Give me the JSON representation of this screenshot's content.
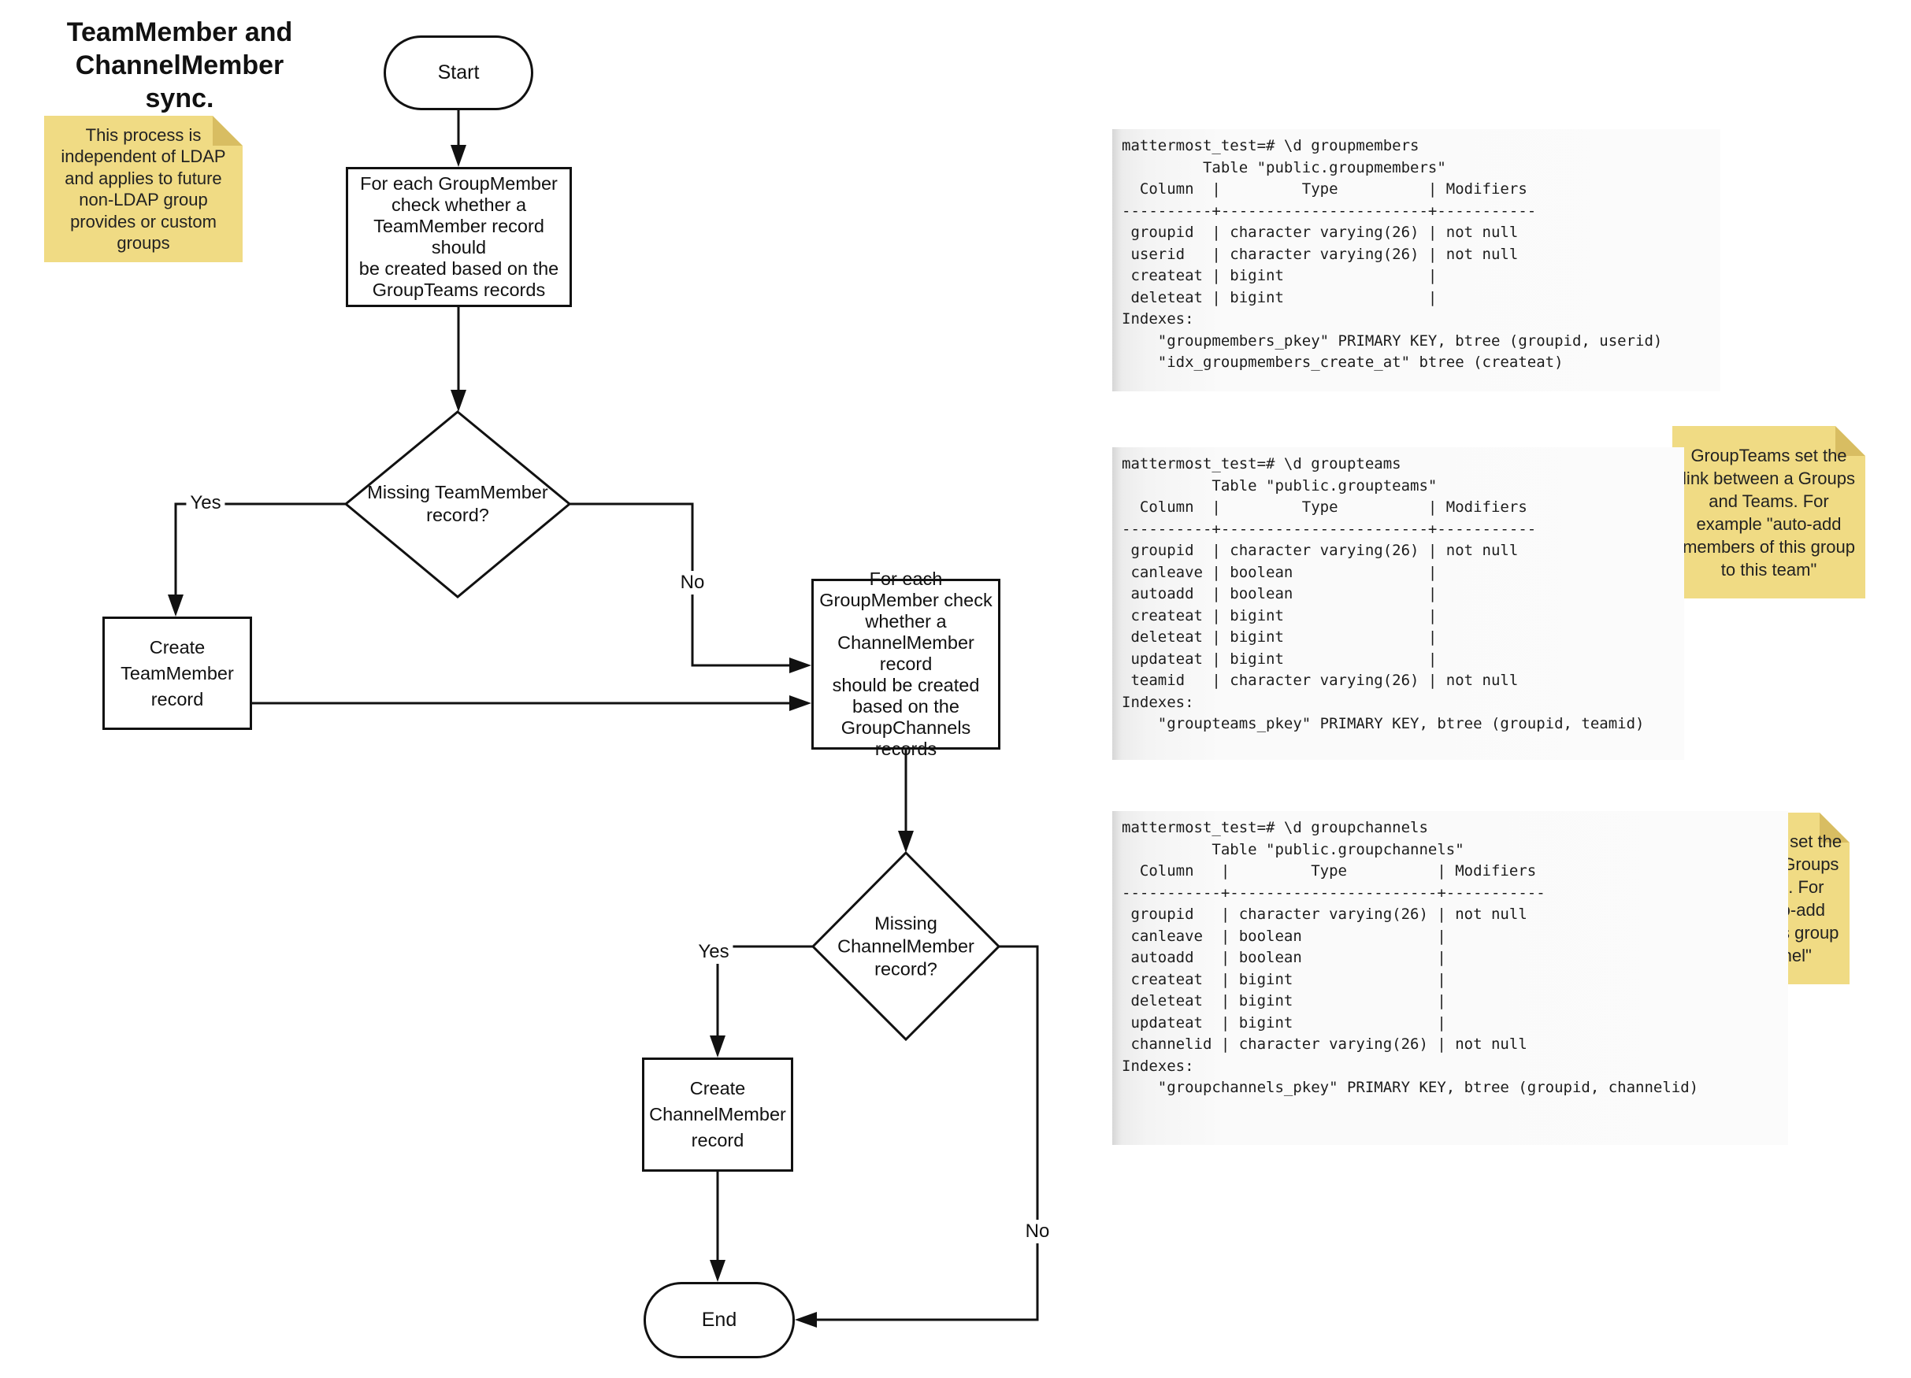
{
  "title_lines": [
    "TeamMember and",
    "ChannelMember sync."
  ],
  "flowchart": {
    "start_label": "Start",
    "end_label": "End",
    "process_team_lines": [
      "For each GroupMember",
      "check whether a",
      "TeamMember record should",
      "be created based on the",
      "GroupTeams records"
    ],
    "decision_team_lines": [
      "Missing TeamMember",
      "record?"
    ],
    "create_team_lines": [
      "Create",
      "TeamMember",
      "record"
    ],
    "process_channel_lines": [
      "For each",
      "GroupMember check",
      "whether a",
      "ChannelMember record",
      "should be created",
      "based on the",
      "GroupChannels",
      "records"
    ],
    "decision_channel_lines": [
      "Missing",
      "ChannelMember",
      "record?"
    ],
    "create_channel_lines": [
      "Create",
      "ChannelMember",
      "record"
    ],
    "edge_labels": {
      "team_yes": "Yes",
      "team_no": "No",
      "channel_yes": "Yes",
      "channel_no": "No"
    }
  },
  "notes": {
    "ldap": {
      "lines": [
        "This process is",
        "independent of LDAP",
        "and applies to future",
        "non-LDAP group",
        "provides or custom",
        "groups"
      ]
    },
    "groupteams": {
      "lines": [
        "GroupTeams set the",
        "link between a Groups",
        "and Teams. For",
        "example \"auto-add",
        "members of this group",
        "to this team\""
      ]
    },
    "groupchannels": {
      "lines": [
        "GroupChannels set the",
        "link between a Groups",
        "and Channels. For",
        "example \"auto-add",
        "members of this group",
        "to this channel\""
      ]
    }
  },
  "terminal_sessions": {
    "groupmembers": {
      "lines": [
        "mattermost_test=# \\d groupmembers",
        "         Table \"public.groupmembers\"",
        "  Column  |         Type          | Modifiers",
        "----------+-----------------------+-----------",
        " groupid  | character varying(26) | not null",
        " userid   | character varying(26) | not null",
        " createat | bigint                |",
        " deleteat | bigint                |",
        "Indexes:",
        "    \"groupmembers_pkey\" PRIMARY KEY, btree (groupid, userid)",
        "    \"idx_groupmembers_create_at\" btree (createat)"
      ]
    },
    "groupteams": {
      "lines": [
        "mattermost_test=# \\d groupteams",
        "          Table \"public.groupteams\"",
        "  Column  |         Type          | Modifiers",
        "----------+-----------------------+-----------",
        " groupid  | character varying(26) | not null",
        " canleave | boolean               |",
        " autoadd  | boolean               |",
        " createat | bigint                |",
        " deleteat | bigint                |",
        " updateat | bigint                |",
        " teamid   | character varying(26) | not null",
        "Indexes:",
        "    \"groupteams_pkey\" PRIMARY KEY, btree (groupid, teamid)"
      ]
    },
    "groupchannels": {
      "lines": [
        "mattermost_test=# \\d groupchannels",
        "          Table \"public.groupchannels\"",
        "  Column   |         Type          | Modifiers",
        "-----------+-----------------------+-----------",
        " groupid   | character varying(26) | not null",
        " canleave  | boolean               |",
        " autoadd   | boolean               |",
        " createat  | bigint                |",
        " deleteat  | bigint                |",
        " updateat  | bigint                |",
        " channelid | character varying(26) | not null",
        "Indexes:",
        "    \"groupchannels_pkey\" PRIMARY KEY, btree (groupid, channelid)"
      ]
    }
  },
  "colors": {
    "note_fill": "#f0db84",
    "note_fold": "#d8bd62",
    "stroke": "#111111",
    "terminal_edge": "#d6d6d6",
    "terminal_bg": "#fafafa"
  }
}
